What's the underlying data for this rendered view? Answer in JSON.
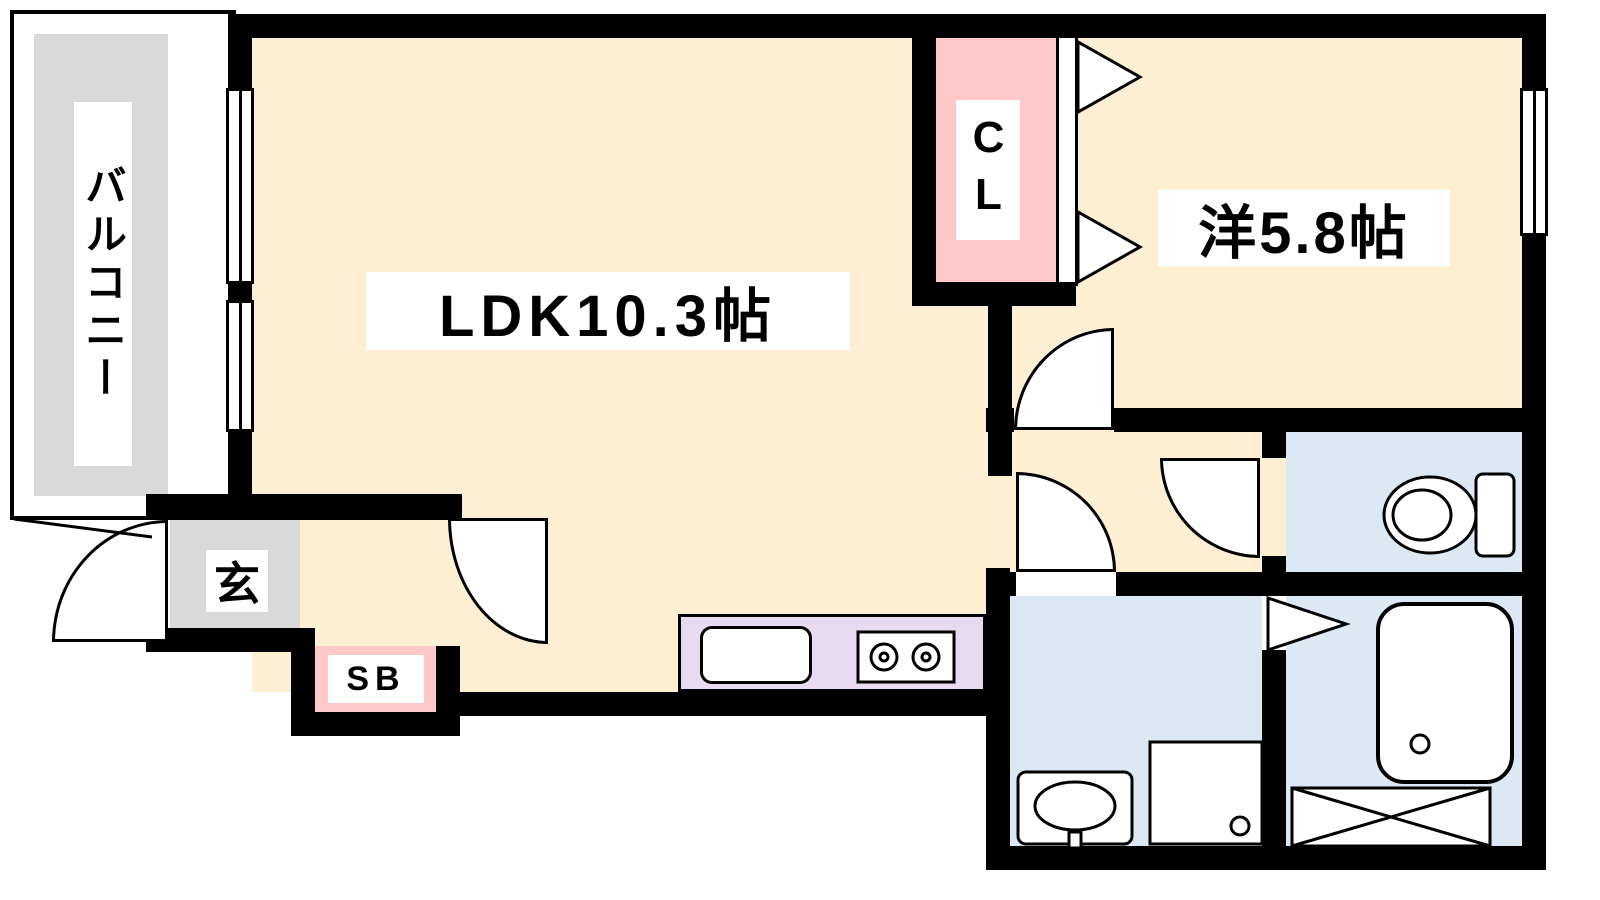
{
  "title": "apartment-floor-plan",
  "colors": {
    "wall": "#000000",
    "floor": "#FCEFD4",
    "balcony_gray": "#D9D9D9",
    "closet_pink": "#FFC9C9",
    "wet_blue": "#DCE9F5",
    "kitchen_lavender": "#E8DAF0",
    "background": "#FFFFFF"
  },
  "rooms": {
    "balcony": {
      "label": "バルコニー"
    },
    "ldk": {
      "label": "LDK10.3帖"
    },
    "closet": {
      "label": "CL"
    },
    "western_room": {
      "label": "洋5.8帖"
    },
    "entrance": {
      "label": "玄"
    },
    "shoe_box": {
      "label": "SB"
    }
  },
  "fixtures": [
    "toilet-icon",
    "bathtub-icon",
    "sink-vanity-icon",
    "washer-pan-icon",
    "stove-icon",
    "kitchen-sink-icon",
    "closet-folding-door-icon",
    "bath-folding-door-icon",
    "storage-cross-icon",
    "door-arc-icon",
    "window-icon"
  ]
}
